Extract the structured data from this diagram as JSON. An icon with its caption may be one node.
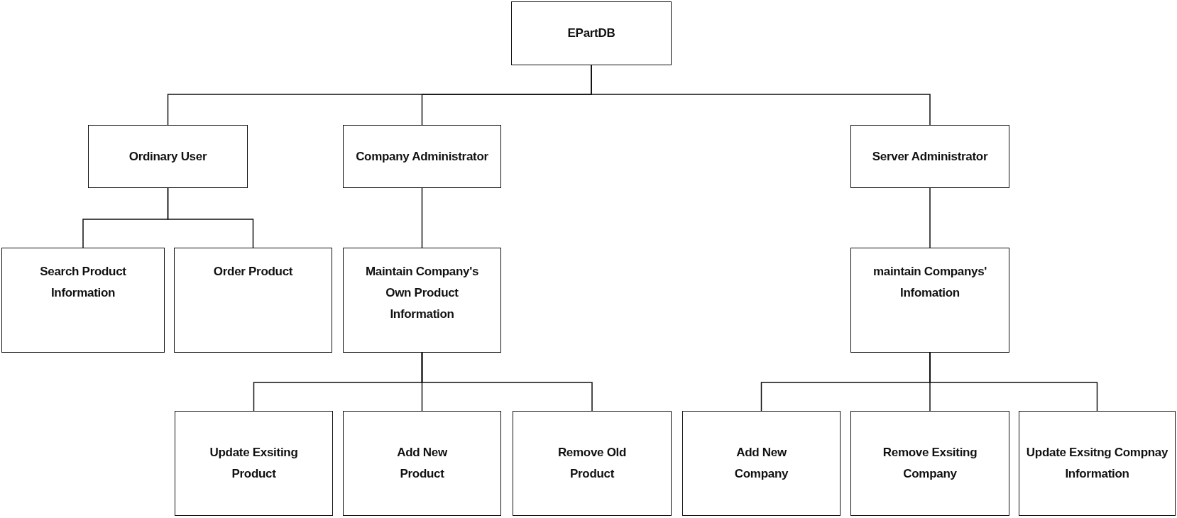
{
  "diagram": {
    "nodes": [
      {
        "text": [
          "EPartDB"
        ]
      },
      {
        "text": [
          "Ordinary User"
        ]
      },
      {
        "text": [
          "Company Administrator"
        ]
      },
      {
        "text": [
          "Server Administrator"
        ]
      },
      {
        "text": [
          "Search Product Information"
        ]
      },
      {
        "text": [
          "Order Product"
        ]
      },
      {
        "text": [
          "Maintain Company's Own Product Information"
        ]
      },
      {
        "text": [
          "maintain Companys' Infomation"
        ]
      },
      {
        "text": [
          "Update Exsiting Product"
        ]
      },
      {
        "text": [
          "Add New Product"
        ]
      },
      {
        "text": [
          "Remove Old Product"
        ]
      },
      {
        "text": [
          "Add New Company"
        ]
      },
      {
        "text": [
          "Remove Exsiting Company"
        ]
      },
      {
        "text": [
          "Update Exsitng Compnay Information"
        ]
      }
    ],
    "edges": [
      {
        "from": 0,
        "to": 1,
        "arrow": "none"
      },
      {
        "from": 0,
        "to": 2,
        "arrow": "none"
      },
      {
        "from": 0,
        "to": 3,
        "arrow": "none"
      },
      {
        "from": 1,
        "to": 4,
        "arrow": "none"
      },
      {
        "from": 1,
        "to": 5,
        "arrow": "none"
      },
      {
        "from": 2,
        "to": 6,
        "arrow": "none"
      },
      {
        "from": 3,
        "to": 7,
        "arrow": "none"
      },
      {
        "from": 6,
        "to": 8,
        "arrow": "none"
      },
      {
        "from": 6,
        "to": 9,
        "arrow": "none"
      },
      {
        "from": 6,
        "to": 10,
        "arrow": "none"
      },
      {
        "from": 7,
        "to": 11,
        "arrow": "none"
      },
      {
        "from": 7,
        "to": 12,
        "arrow": "none"
      },
      {
        "from": 7,
        "to": 13,
        "arrow": "none"
      }
    ]
  }
}
